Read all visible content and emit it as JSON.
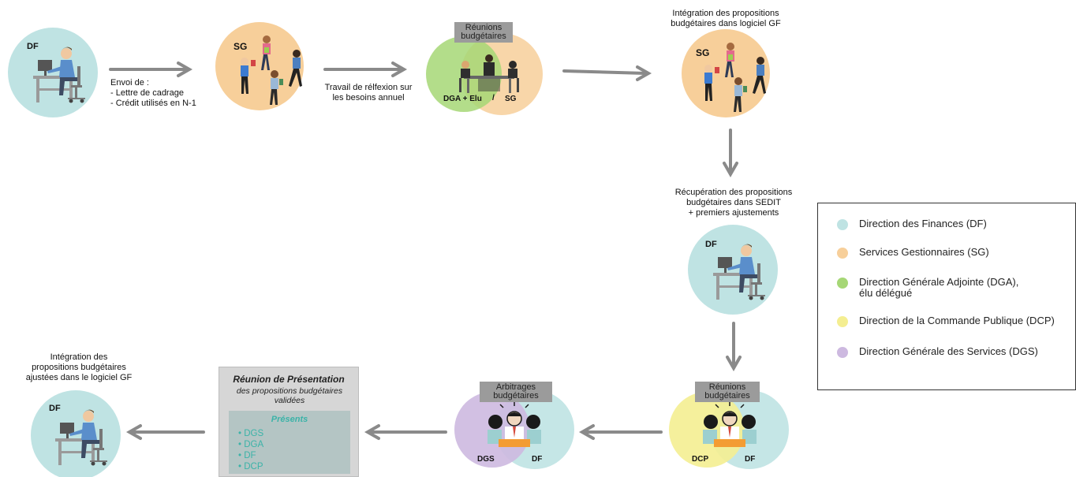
{
  "colors": {
    "df": "#bfe3e3",
    "sg": "#f7cf9a",
    "dga": "#a6d776",
    "dcp": "#f4ee91",
    "dgs": "#cdb9e0",
    "arrow": "#8a8a8a"
  },
  "steps": {
    "s1": {
      "badge": "DF"
    },
    "arrow1": {
      "label_line1": "Envoi de :",
      "label_line2": "- Lettre de cadrage",
      "label_line3": "- Crédit utilisés en N-1"
    },
    "s2": {
      "badge": "SG"
    },
    "arrow2": {
      "label_line1": "Travail de rélfexion sur",
      "label_line2": "les besoins annuel"
    },
    "s3": {
      "tag_line1": "Réunions",
      "tag_line2": "budgétaires",
      "left_label": "DGA + Elu",
      "sep": "/",
      "right_label": "SG"
    },
    "s4": {
      "caption_line1": "Intégration des propositions",
      "caption_line2": "budgétaires dans logiciel GF",
      "badge": "SG"
    },
    "s5": {
      "caption_line1": "Récupération des propositions",
      "caption_line2": "budgétaires dans SEDIT",
      "caption_line3": "+ premiers ajustements",
      "badge": "DF"
    },
    "s6": {
      "tag_line1": "Réunions",
      "tag_line2": "budgétaires",
      "left_label": "DCP",
      "right_label": "DF"
    },
    "s7": {
      "tag_line1": "Arbitrages",
      "tag_line2": "budgétaires",
      "left_label": "DGS",
      "right_label": "DF"
    },
    "s8": {
      "title": "Réunion de Présentation",
      "subtitle": "des propositions budgétaires validées",
      "present_header": "Présents",
      "present_items": [
        "DGS",
        "DGA",
        "DF",
        "DCP"
      ]
    },
    "s9": {
      "caption_line1": "Intégration des",
      "caption_line2": "propositions budgétaires",
      "caption_line3": "ajustées dans le logiciel GF",
      "badge": "DF"
    }
  },
  "legend": {
    "items": [
      {
        "label": "Direction des Finances (DF)",
        "color": "#bfe3e3"
      },
      {
        "label": "Services Gestionnaires (SG)",
        "color": "#f7cf9a"
      },
      {
        "label": "Direction Générale Adjointe (DGA),\nélu délégué",
        "color": "#a6d776"
      },
      {
        "label": "Direction de la Commande Publique (DCP)",
        "color": "#f4ee91"
      },
      {
        "label": "Direction Générale des Services (DGS)",
        "color": "#cdb9e0"
      }
    ]
  }
}
